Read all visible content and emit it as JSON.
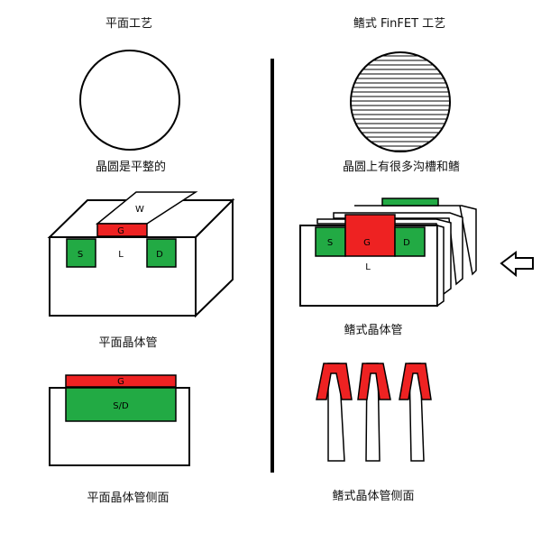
{
  "left": {
    "title": "平面工艺",
    "wafer_caption": "晶圆是平整的",
    "transistor_caption": "平面晶体管",
    "side_caption": "平面晶体管侧面",
    "labels": {
      "w": "W",
      "g": "G",
      "s": "S",
      "d": "D",
      "l": "L",
      "sd": "S/D"
    }
  },
  "right": {
    "title": "鳍式 FinFET 工艺",
    "wafer_caption": "晶圆上有很多沟槽和鳍",
    "transistor_caption": "鳍式晶体管",
    "side_caption": "鳍式晶体管侧面",
    "labels": {
      "s": "S",
      "g": "G",
      "d": "D",
      "l": "L"
    }
  },
  "colors": {
    "gate": "#ee2222",
    "source_drain": "#22aa44",
    "outline": "#000000",
    "background": "#ffffff"
  },
  "icons": {
    "arrow": "left-arrow-icon"
  }
}
